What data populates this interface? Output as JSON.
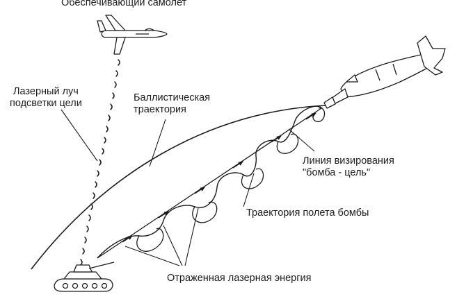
{
  "labels": {
    "aircraft": "Обеспечивающий самолет",
    "laser_beam_line1": "Лазерный луч",
    "laser_beam_line2": "подсветки цели",
    "ballistic_line1": "Баллистическая",
    "ballistic_line2": "траектория",
    "sightline_line1": "Линия визирования",
    "sightline_line2": "\"бомба - цель\"",
    "bomb_path": "Траектория полета бомбы",
    "reflected": "Отраженная лазерная энергия"
  },
  "icons": {
    "aircraft": "jet-aircraft-icon",
    "bomb": "guided-bomb-icon",
    "target": "tank-icon"
  },
  "colors": {
    "ink": "#1a1a1a",
    "paper": "#ffffff"
  }
}
